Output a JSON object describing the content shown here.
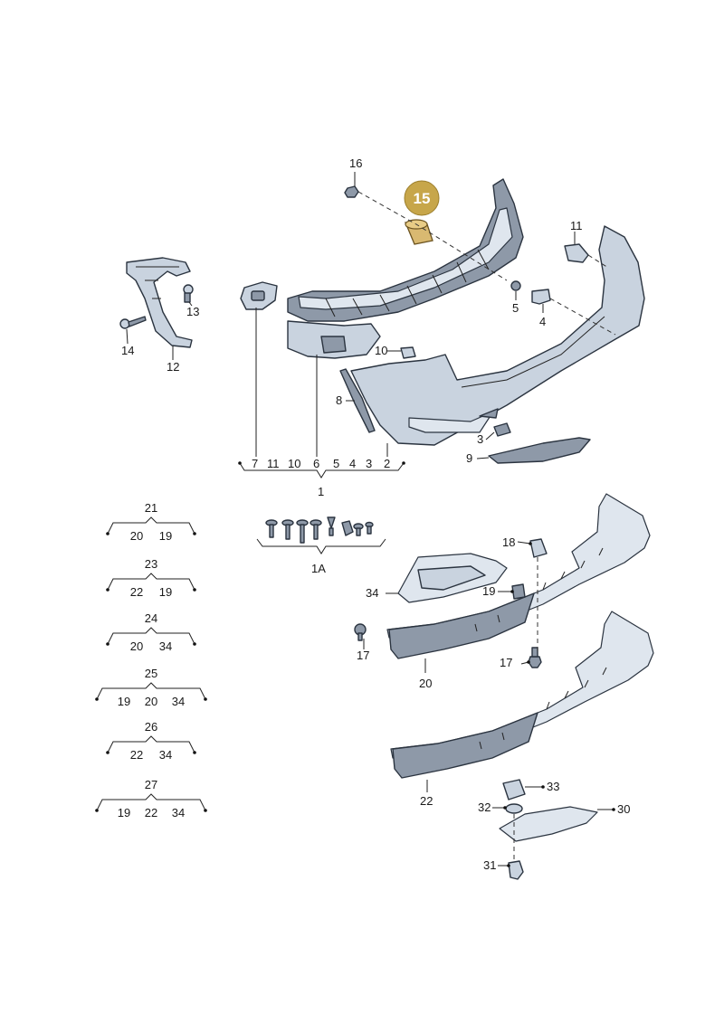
{
  "callouts": {
    "c1": "1",
    "c1a": "1A",
    "c2": "2",
    "c3a": "3",
    "c3b": "3",
    "c4a": "4",
    "c4b": "4",
    "c5a": "5",
    "c5b": "5",
    "c6": "6",
    "c7": "7",
    "c8": "8",
    "c9": "9",
    "c10a": "10",
    "c10b": "10",
    "c11a": "11",
    "c11b": "11",
    "c12": "12",
    "c13": "13",
    "c14": "14",
    "c15": "15",
    "c16": "16",
    "c17a": "17",
    "c17b": "17",
    "c18": "18",
    "c19": "19",
    "c20": "20",
    "c22": "22",
    "c30": "30",
    "c31": "31",
    "c32": "32",
    "c33": "33",
    "c34": "34"
  },
  "groups": [
    {
      "title": "21",
      "items": [
        "20",
        "19"
      ]
    },
    {
      "title": "23",
      "items": [
        "22",
        "19"
      ]
    },
    {
      "title": "24",
      "items": [
        "20",
        "34"
      ]
    },
    {
      "title": "25",
      "items": [
        "19",
        "20",
        "34"
      ]
    },
    {
      "title": "26",
      "items": [
        "22",
        "34"
      ]
    },
    {
      "title": "27",
      "items": [
        "19",
        "22",
        "34"
      ]
    }
  ],
  "colors": {
    "highlight": "#c7a64a",
    "part_fill": "#c9d3df",
    "outline": "#2b3440"
  }
}
